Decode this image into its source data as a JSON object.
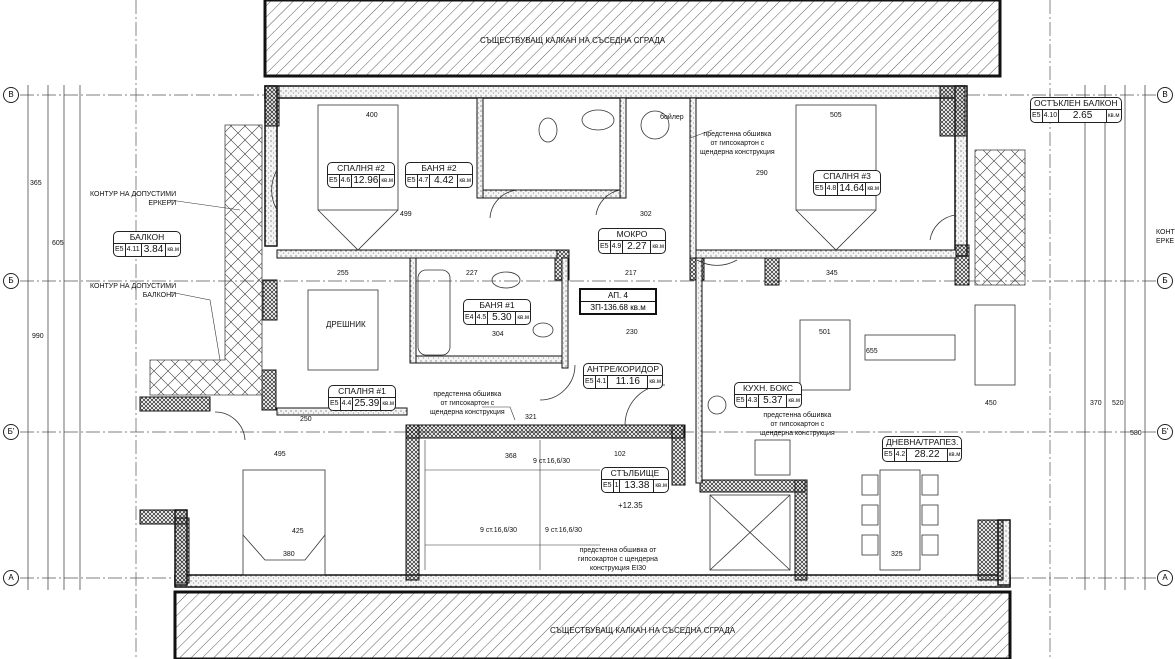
{
  "neighbor_wall_label": "СЪЩЕСТВУВАЩ КАЛКАН НА СЪСЕДНА СГРАДА",
  "apartment": {
    "name": "АП. 4",
    "area": "ЗП-136.68 кв.м"
  },
  "area_unit": "кв.м",
  "rooms": [
    {
      "name": "СПАЛНЯ #2",
      "floor": "E5",
      "code": "4.6",
      "area": "12.96"
    },
    {
      "name": "БАНЯ #2",
      "floor": "E5",
      "code": "4.7",
      "area": "4.42"
    },
    {
      "name": "МОКРО",
      "floor": "E5",
      "code": "4.9",
      "area": "2.27"
    },
    {
      "name": "СПАЛНЯ #3",
      "floor": "E5",
      "code": "4.8",
      "area": "14.64"
    },
    {
      "name": "ОСТЪКЛЕН БАЛКОН",
      "floor": "E5",
      "code": "4.10",
      "area": "2.65"
    },
    {
      "name": "БАЛКОН",
      "floor": "E5",
      "code": "4.11",
      "area": "3.84"
    },
    {
      "name": "БАНЯ #1",
      "floor": "E4",
      "code": "4.5",
      "area": "5.30"
    },
    {
      "name": "АНТРЕ/КОРИДОР",
      "floor": "E5",
      "code": "4.1",
      "area": "11.16"
    },
    {
      "name": "КУХН. БОКС",
      "floor": "E5",
      "code": "4.3",
      "area": "5.37"
    },
    {
      "name": "СПАЛНЯ #1",
      "floor": "E5",
      "code": "4.4",
      "area": "25.39"
    },
    {
      "name": "СТЪЛБИЩЕ",
      "floor": "E5",
      "code": "1",
      "area": "13.38"
    },
    {
      "name": "ДНЕВНА/ТРАПЕЗ.",
      "floor": "E5",
      "code": "4.2",
      "area": "28.22"
    }
  ],
  "closet_label": "ДРЕШНИК",
  "boiler_label": "бойлер",
  "level_mark": "+12.35",
  "notes": {
    "erker": [
      "КОНТУР НА ДОПУСТИМИ",
      "ЕРКЕРИ"
    ],
    "balkon": [
      "КОНТУР НА ДОПУСТИМИ",
      "БАЛКОНИ"
    ],
    "erker_right": [
      "КОНТ",
      "ЕРКЕ"
    ],
    "drywall": [
      "предстенна обшивка",
      "от гипсокартон с",
      "щендерна конструкция"
    ],
    "drywall_ei30": [
      "предстенна обшивка от",
      "гипсокартон с щендерна",
      "конструкция EI30"
    ]
  },
  "stairs": [
    "9 ст.16,6/30",
    "9 ст.16,6/30",
    "9 ст.16,6/30"
  ],
  "axes_left": [
    "В",
    "Б",
    "Б'",
    "А"
  ],
  "dimensions": [
    "400",
    "499",
    "255",
    "250",
    "495",
    "425",
    "380",
    "505",
    "345",
    "655",
    "501",
    "325",
    "302",
    "217",
    "227",
    "304",
    "230",
    "321",
    "368",
    "102",
    "290",
    "990",
    "605",
    "365",
    "520",
    "580",
    "370",
    "450"
  ]
}
